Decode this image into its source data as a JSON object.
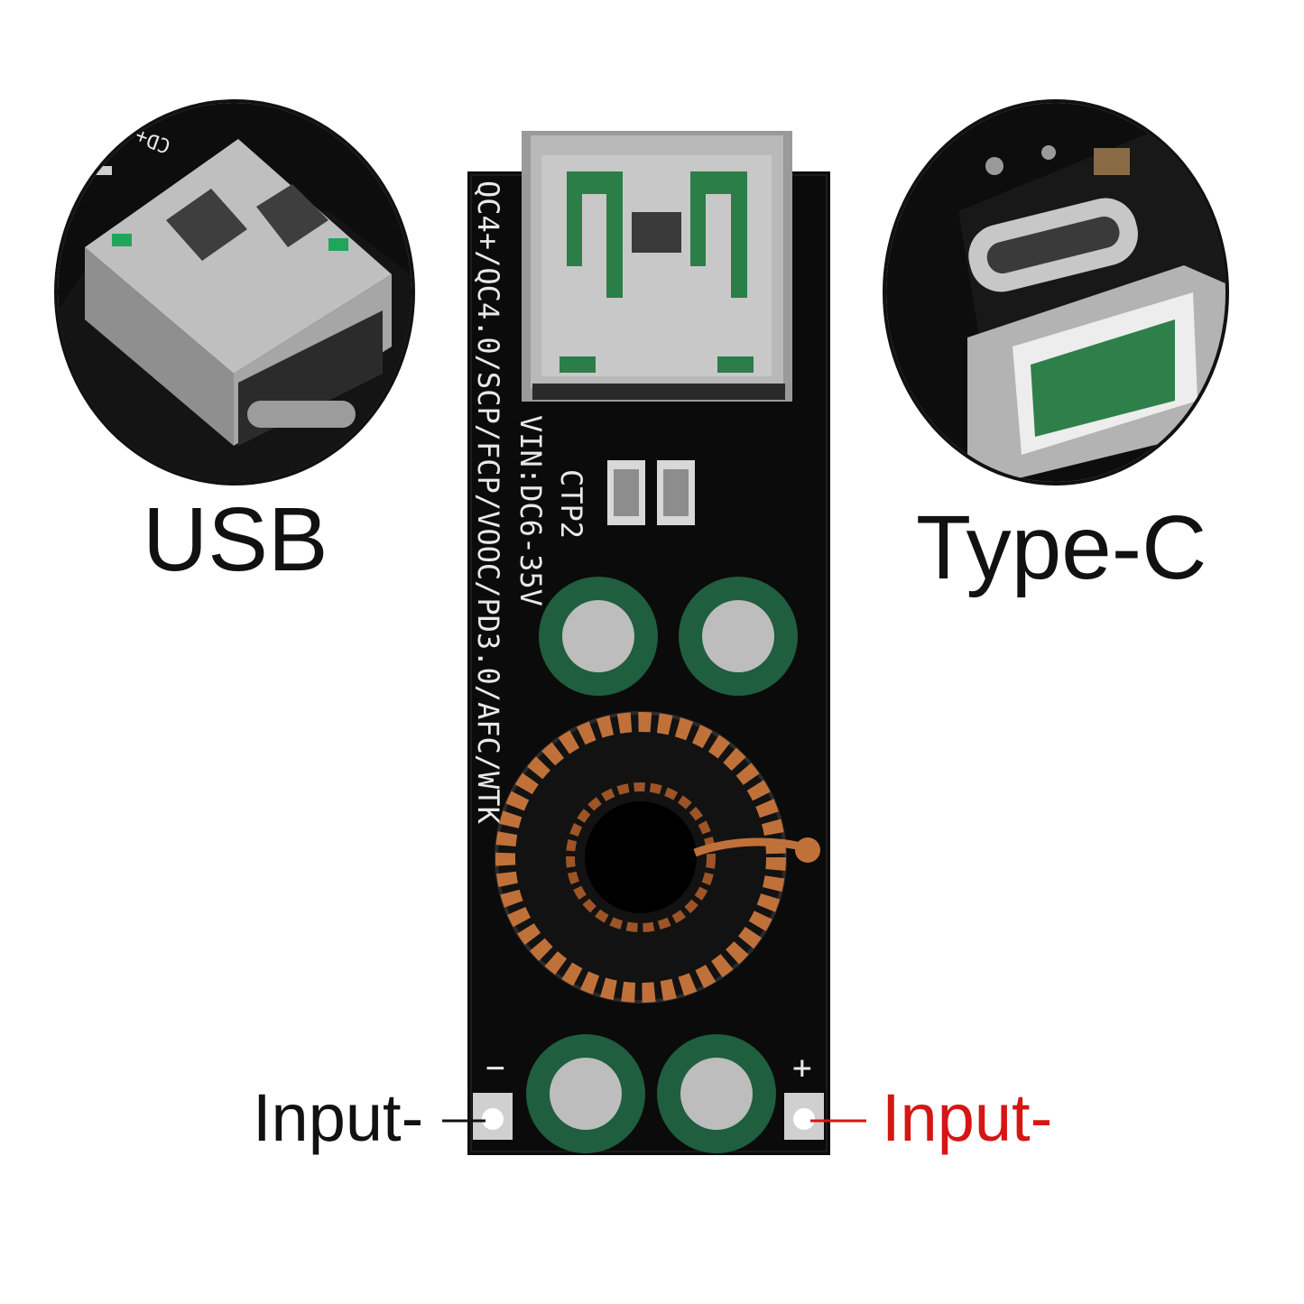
{
  "labels": {
    "usb": "USB",
    "typec": "Type-C",
    "input_left": "Input-",
    "input_right": "Input-"
  },
  "pcb_text": {
    "protocols": "QC4+/QC4.0/SCP/FCP/VOOC/PD3.0/AFC/WTK",
    "vin": "VIN:DC6-35V",
    "model": "CTP2",
    "minus": "−",
    "plus": "+",
    "top_left_silk": "CD+"
  },
  "colors": {
    "pcb": "#0b0b0b",
    "input_right": "#d61515",
    "input_left": "#111111",
    "copper": "#c0713a",
    "capacitor_green": "#1f5e3e"
  }
}
